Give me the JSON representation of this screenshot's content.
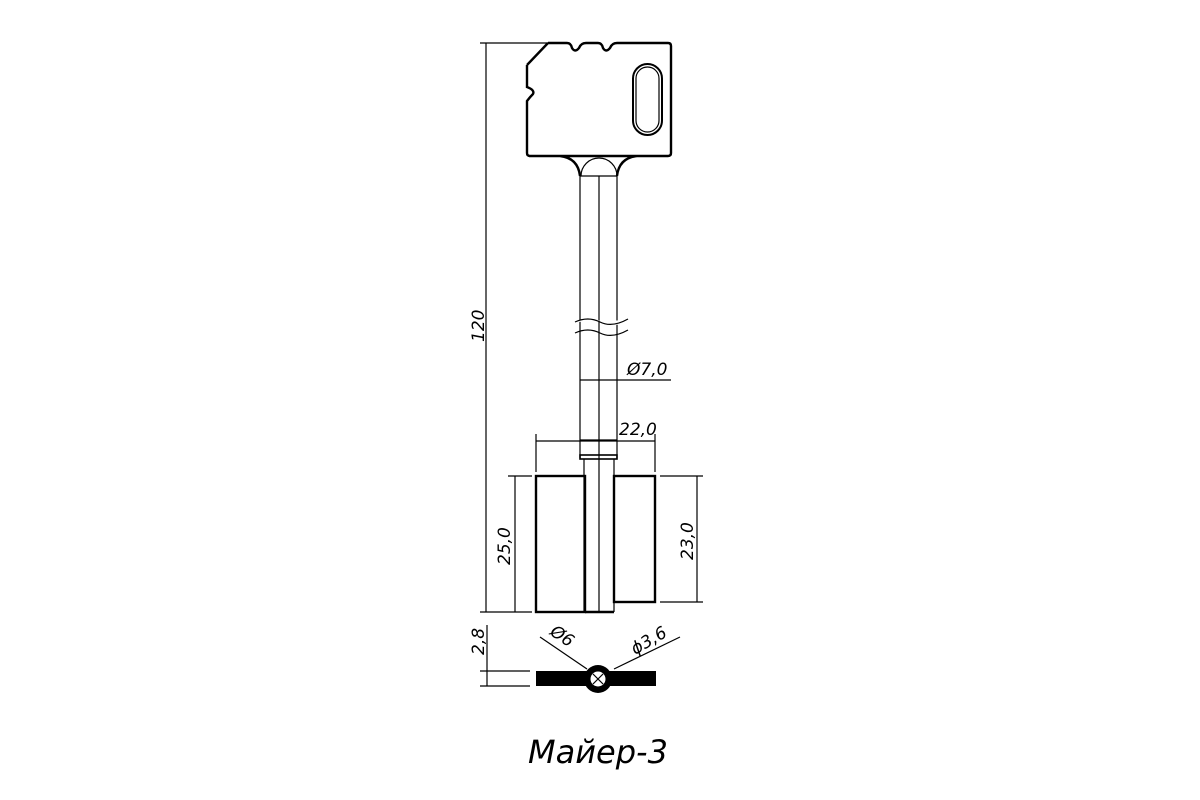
{
  "title": "Майер-3",
  "dimensions": {
    "total_length": "120",
    "shank_diameter": "Ø7,0",
    "bit_width": "22,0",
    "bit_height_left": "25,0",
    "bit_height_right": "23,0",
    "section_thickness": "2,8",
    "pin_outer_diameter": "Ø6",
    "pin_inner_diameter": "ϕ3,6"
  }
}
